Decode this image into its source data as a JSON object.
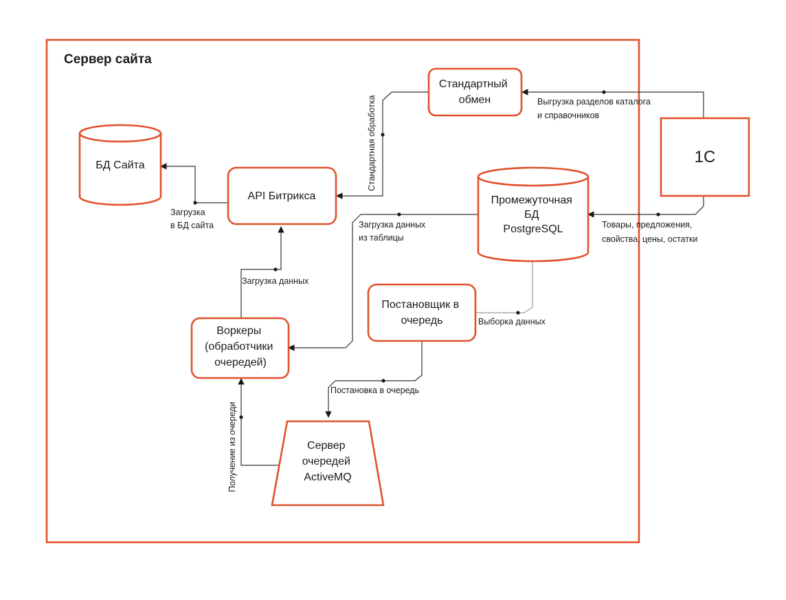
{
  "colors": {
    "accent": "#e0502c",
    "line": "#333333"
  },
  "container": {
    "title": "Сервер сайта"
  },
  "nodes": {
    "exchange": {
      "lines": [
        "Стандартный",
        "обмен"
      ]
    },
    "db_site": {
      "lines": [
        "БД Сайта"
      ]
    },
    "api": {
      "lines": [
        "API Битрикса"
      ]
    },
    "postgres": {
      "lines": [
        "Промежуточная",
        "БД",
        "PostgreSQL"
      ]
    },
    "onec": {
      "lines": [
        "1С"
      ]
    },
    "enqueuer": {
      "lines": [
        "Постановщик в",
        "очередь"
      ]
    },
    "workers": {
      "lines": [
        "Воркеры",
        "(обработчики",
        "очередей)"
      ]
    },
    "mq": {
      "lines": [
        "Сервер",
        "очередей",
        "ActiveMQ"
      ]
    }
  },
  "edges": {
    "onec_to_exchange": {
      "lines": [
        "Выгрузка разделов каталога",
        "и справочников"
      ]
    },
    "exchange_to_api": {
      "lines": [
        "Стандартная обработка"
      ]
    },
    "api_to_db": {
      "lines": [
        "Загрузка",
        "в БД сайта"
      ]
    },
    "onec_to_postgres": {
      "lines": [
        "Товары, предложения,",
        "свойства, цены, остатки"
      ]
    },
    "postgres_to_workers": {
      "lines": [
        "Загрузка данных",
        "из таблицы"
      ]
    },
    "postgres_to_enqueuer": {
      "lines": [
        "Выборка данных"
      ]
    },
    "workers_to_api": {
      "lines": [
        "Загрузка данных"
      ]
    },
    "enqueuer_to_mq": {
      "lines": [
        "Постановка в очередь"
      ]
    },
    "mq_to_workers": {
      "lines": [
        "Получение из очереди"
      ]
    }
  }
}
